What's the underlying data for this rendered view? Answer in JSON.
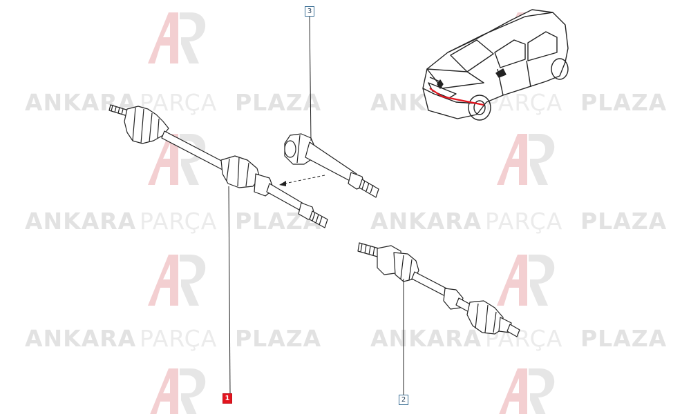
{
  "watermark": {
    "word1": "ANKARA",
    "word2": "PARÇA",
    "word3": "PLAZA",
    "logo_colors": [
      "#f2c8cb",
      "#e8e8e8"
    ]
  },
  "callouts": [
    {
      "id": "callout-1",
      "label": "1",
      "selected": true,
      "color": "#e3141e"
    },
    {
      "id": "callout-2",
      "label": "2",
      "selected": false,
      "color": "#3a6f95"
    },
    {
      "id": "callout-3",
      "label": "3",
      "selected": false,
      "color": "#3a6f95"
    }
  ],
  "parts": [
    {
      "ref": "1",
      "name": "drive-shaft-assembly-left"
    },
    {
      "ref": "2",
      "name": "drive-shaft-assembly-right"
    },
    {
      "ref": "3",
      "name": "intermediate-shaft"
    }
  ],
  "vehicle": {
    "icon": "hatchback-car-icon"
  }
}
